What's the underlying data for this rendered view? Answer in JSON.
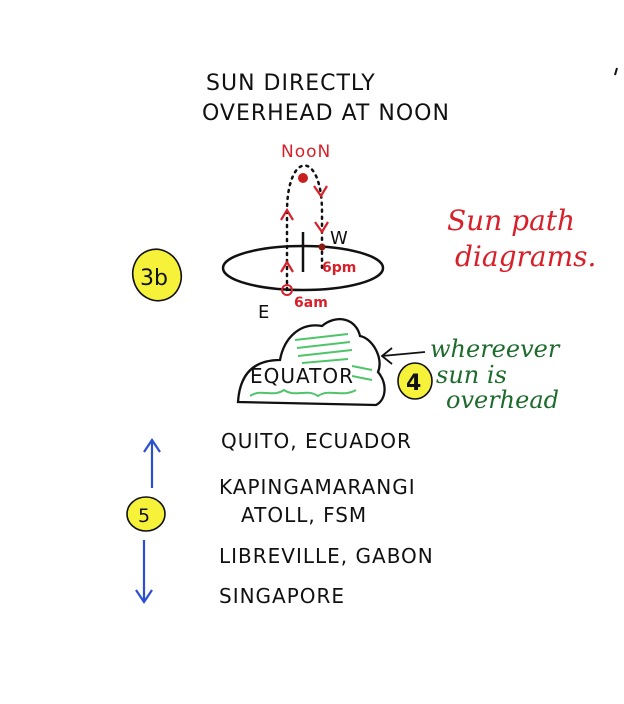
{
  "title": {
    "line1": "SUN DIRECTLY",
    "line2": "OVERHEAD AT NOON"
  },
  "sun_path": {
    "noon_label": "NooN",
    "west_label": "W",
    "six_pm_label": "6pm",
    "east_label": "E",
    "six_am_label": "6am"
  },
  "annotation_red": {
    "line1": "Sun path",
    "line2": "diagrams."
  },
  "badges": {
    "b1": "3b",
    "b2": "4",
    "b3": "5"
  },
  "equator": {
    "label": "EQUATOR"
  },
  "annotation_green": {
    "line1": "whereever",
    "line2": "sun is",
    "line3": "overhead"
  },
  "locations": [
    "QUITO, ECUADOR",
    "KAPINGAMARANGI",
    "ATOLL, FSM",
    "LIBREVILLE, GABON",
    "SINGAPORE"
  ],
  "colors": {
    "ink": "#111111",
    "red": "#d8202a",
    "green": "#1e6b2e",
    "green_scribble": "#4fc46a",
    "blue": "#2a4fd0",
    "highlight": "#f6f23a"
  }
}
